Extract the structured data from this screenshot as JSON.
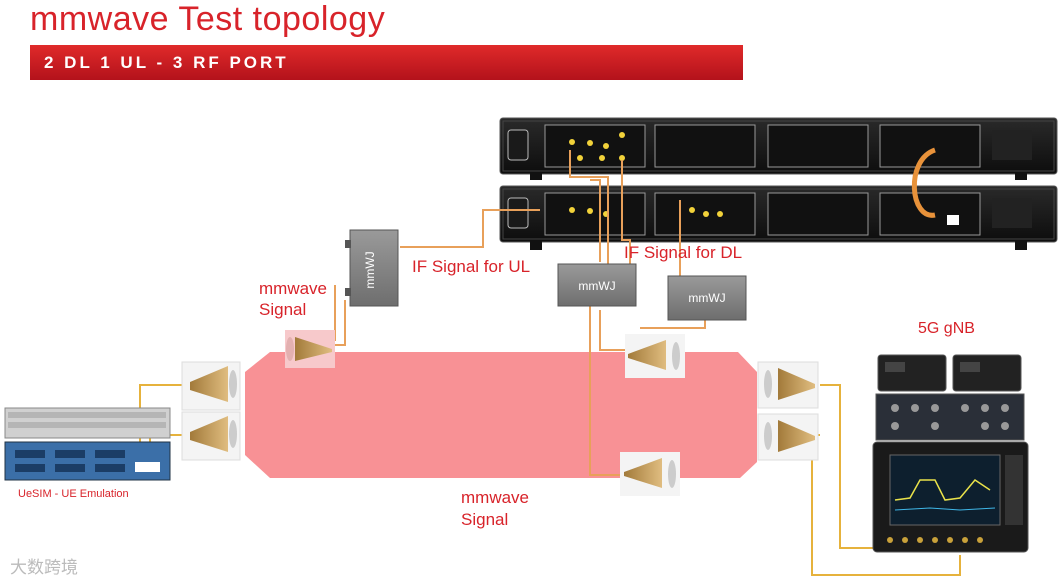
{
  "header": {
    "title": "mmwave Test topology",
    "subtitle": "2 DL 1 UL - 3 RF PORT"
  },
  "labels": {
    "if_ul": "IF Signal for UL",
    "if_dl": "IF Signal for DL",
    "mmwave_signal_left_1": "mmwave",
    "mmwave_signal_left_2": "Signal",
    "mmwave_signal_bottom_1": "mmwave",
    "mmwave_signal_bottom_2": "Signal",
    "gnb": "5G gNB",
    "uesim": "UeSIM - UE Emulation"
  },
  "converters": {
    "label": "mmWJ"
  },
  "watermark": {
    "text": "大数跨境"
  },
  "colors": {
    "accent_red": "#d8232a",
    "chamber": "#f7858a",
    "cable_orange": "#e8a05a",
    "cable_yellow": "#e6b23c",
    "horn": "#c9a05f"
  }
}
